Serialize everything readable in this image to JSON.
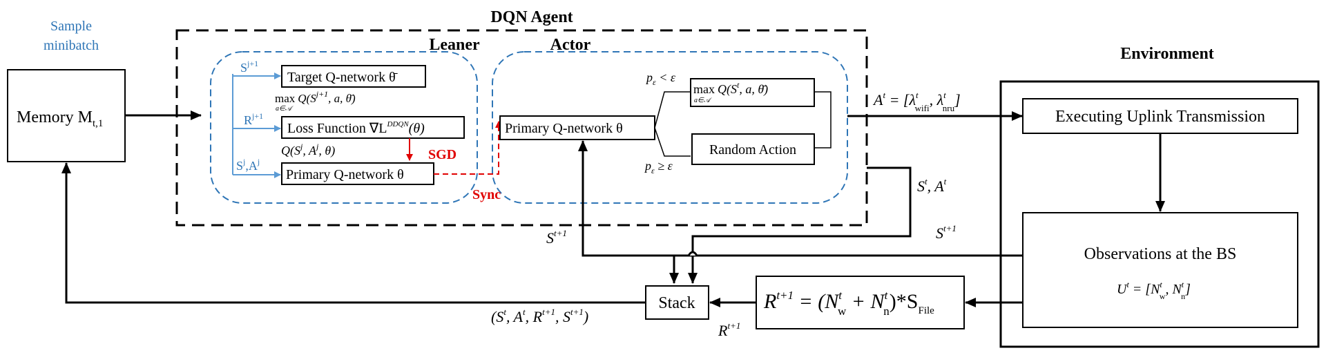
{
  "top_labels": {
    "sample_minibatch_line1": "Sample",
    "sample_minibatch_line2": "minibatch",
    "agent_title": "DQN Agent",
    "learner_title": "Leaner",
    "actor_title": "Actor",
    "environment_title": "Environment"
  },
  "memory": {
    "label": "Memory M",
    "subscript": "t,1"
  },
  "learner": {
    "target_label": "Target Q-network θ̄",
    "loss_label": "Loss Function  ∇L",
    "loss_sup": "DDQN",
    "loss_tail": "(θ)",
    "primary_label": "Primary Q-network θ",
    "s_next": "S",
    "s_next_sup": "j+1",
    "r_label": "R",
    "r_sup": "j+1",
    "sa_label": "S",
    "sa_sup1": "j",
    "sa_mid": ",A",
    "sa_sup2": "j",
    "max_expr_prefix": "max",
    "max_expr_sub": "a∈𝒜",
    "max_expr_body": "Q(S",
    "max_expr_sup": "j+1",
    "max_expr_tail": ", a, θ̄)",
    "q_expr": "Q(S",
    "q_expr_sup1": "j",
    "q_expr_mid": ", A",
    "q_expr_sup2": "j",
    "q_expr_tail": ", θ)",
    "sgd": "SGD",
    "sync": "Sync"
  },
  "actor": {
    "primary_label": "Primary Q-network θ",
    "max_prefix": "max",
    "max_sub": "a∈𝒜",
    "max_body": "Q(S",
    "max_sup": "t",
    "max_tail": ", a, θ̄)",
    "random_label": "Random Action",
    "p_lt": "p",
    "p_lt_sub": "ε",
    "p_lt_rel": " < ε",
    "p_ge": "p",
    "p_ge_sub": "ε",
    "p_ge_rel": " ≥ ε"
  },
  "action_label": {
    "a": "A",
    "a_sup": "t",
    "eq": " = [λ",
    "wifi_sup": "t",
    "wifi_sub": "wifi",
    "comma": ", λ",
    "nru_sup": "t",
    "nru_sub": "nru",
    "close": "]"
  },
  "environment": {
    "exec_label": "Executing Uplink Transmission",
    "obs_label": "Observations at the BS",
    "u": "U",
    "u_sup": "t",
    "u_eq": " = [N",
    "u_w_sup": "t",
    "u_w_sub": "w",
    "u_comma": ", N",
    "u_n_sup": "t",
    "u_n_sub": "n",
    "u_close": "]"
  },
  "edge_labels": {
    "st_at": "S",
    "st_at_sup1": "t",
    "st_at_mid": ", A",
    "st_at_sup2": "t",
    "st1_right": "S",
    "st1_right_sup": "t+1",
    "st1_left": "S",
    "st1_left_sup": "t+1",
    "rt1": "R",
    "rt1_sup": "t+1",
    "tuple_open": "(S",
    "tuple_s_sup": "t",
    "tuple_a": ", A",
    "tuple_a_sup": "t",
    "tuple_r": ", R",
    "tuple_r_sup": "t+1",
    "tuple_s2": ", S",
    "tuple_s2_sup": "t+1",
    "tuple_close": ")"
  },
  "stack": {
    "label": "Stack"
  },
  "reward": {
    "r": "R",
    "r_sup": "t+1",
    "eq": " = (N",
    "w_sup": "t",
    "w_sub": "w",
    "plus": " + N",
    "n_sup": "t",
    "n_sub": "n",
    "mul": ")*S",
    "file_sub": "File"
  },
  "colors": {
    "blue": "#2E75B6",
    "red": "#E00000",
    "black": "#000000"
  }
}
